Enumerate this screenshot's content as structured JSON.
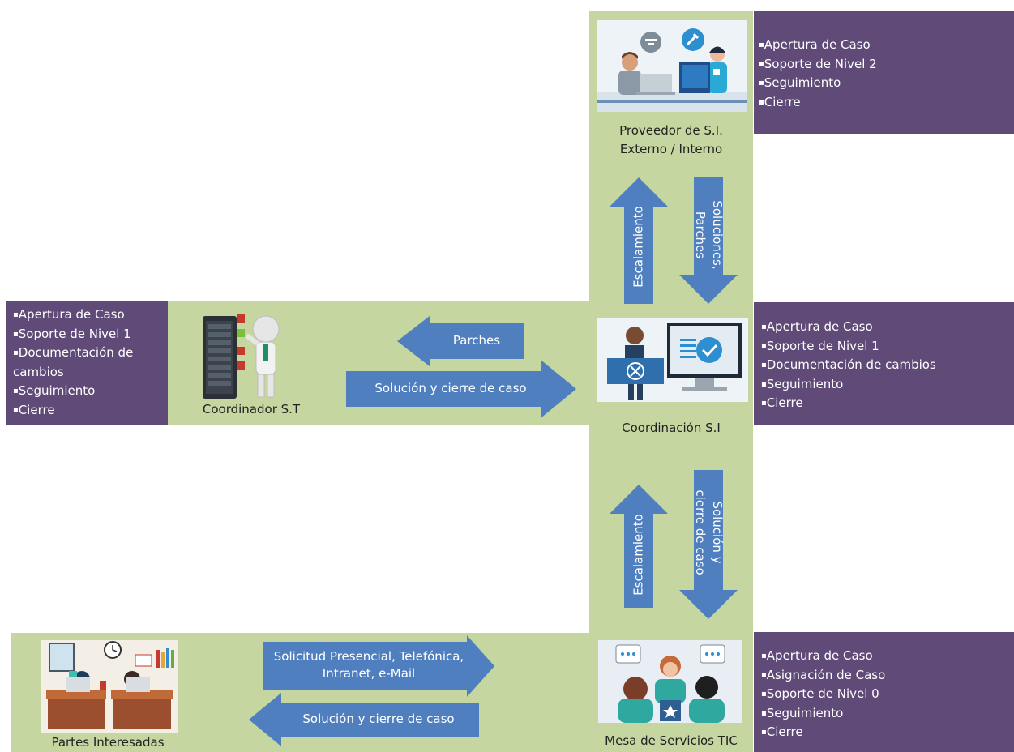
{
  "colors": {
    "band_green": "#c5d6a0",
    "box_purple": "#5f4a78",
    "arrow_blue": "#4f7fbf"
  },
  "nodes": {
    "proveedor": {
      "label_line1": "Proveedor de S.I.",
      "label_line2": "Externo / Interno",
      "tasks": [
        "Apertura de Caso",
        "Soporte de Nivel 2",
        "Seguimiento",
        "Cierre"
      ]
    },
    "coordinador_st": {
      "label": "Coordinador S.T",
      "tasks": [
        "Apertura de Caso",
        "Soporte de Nivel 1",
        "Documentación de cambios",
        "Seguimiento",
        "Cierre"
      ]
    },
    "coordinacion_si": {
      "label": "Coordinación S.I",
      "tasks": [
        "Apertura de Caso",
        "Soporte de Nivel 1",
        "Documentación de cambios",
        "Seguimiento",
        "Cierre"
      ]
    },
    "mesa": {
      "label": "Mesa de Servicios TIC",
      "tasks": [
        "Apertura de Caso",
        "Asignación de Caso",
        "Soporte de Nivel 0",
        "Seguimiento",
        "Cierre"
      ]
    },
    "partes": {
      "label": "Partes Interesadas"
    }
  },
  "arrows": {
    "escalamiento_top": "Escalamiento",
    "soluciones_parches_line1": "Soluciones,",
    "soluciones_parches_line2": "Parches",
    "parches": "Parches",
    "solucion_cierre_mid": "Solución y cierre de caso",
    "escalamiento_bottom": "Escalamiento",
    "solucion_cierre_vert_line1": "Solución y",
    "solucion_cierre_vert_line2": "cierre de caso",
    "solicitud_line1": "Solicitud Presencial, Telefónica,",
    "solicitud_line2": "Intranet, e-Mail",
    "solucion_cierre_bottom": "Solución y cierre de caso"
  }
}
